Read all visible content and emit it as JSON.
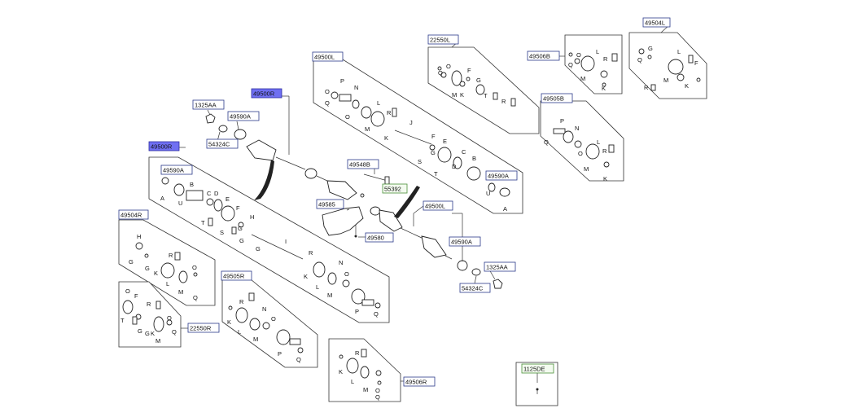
{
  "callouts": {
    "c49504L": "49504L",
    "c22550L": "22550L",
    "c49500L_top": "49500L",
    "c49506B": "49506B",
    "c49505B": "49505B",
    "c49500R_top": "49500R",
    "c1325AA_top": "1325AA",
    "c49590A_top": "49590A",
    "c54324C_top": "54324C",
    "c49500R_left": "49500R",
    "c49590A_left": "49590A",
    "c49548B": "49548B",
    "c55392": "55392",
    "c49585": "49585",
    "c49580": "49580",
    "c49500L_mid": "49500L",
    "c49590A_mid": "49590A",
    "c1325AA_mid": "1325AA",
    "c54324C_mid": "54324C",
    "c49590A_right": "49590A",
    "c49504R": "49504R",
    "c49505R": "49505R",
    "c22550R": "22550R",
    "c49506R": "49506R",
    "c1125DE": "1125DE"
  },
  "letters": {
    "A": "A",
    "B": "B",
    "C": "C",
    "D": "D",
    "E": "E",
    "F": "F",
    "G": "G",
    "H": "H",
    "I": "I",
    "J": "J",
    "K": "K",
    "L": "L",
    "M": "M",
    "N": "N",
    "O": "O",
    "P": "P",
    "Q": "Q",
    "R": "R",
    "S": "S",
    "T": "T",
    "U": "U"
  }
}
